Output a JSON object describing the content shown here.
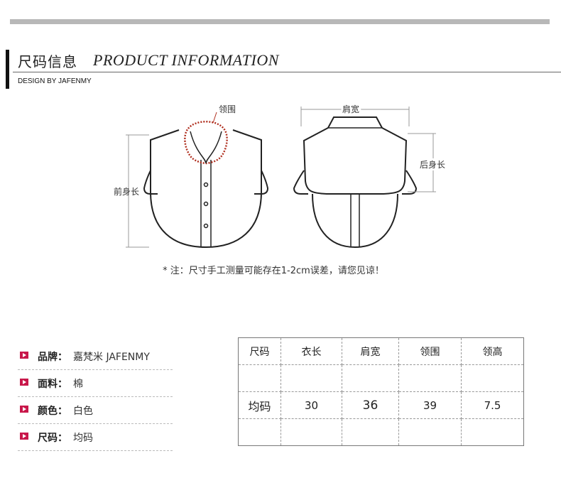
{
  "header": {
    "title_zh": "尺码信息",
    "title_en": "PRODUCT INFORMATION",
    "subtitle": "DESIGN BY JAFENMY"
  },
  "diagram": {
    "front_labels": {
      "collar": "领围",
      "front_length": "前身长"
    },
    "back_labels": {
      "shoulder_width": "肩宽",
      "back_length": "后身长"
    },
    "note": "* 注：尺寸手工测量可能存在1-2cm误差，请您见谅！",
    "colors": {
      "outline": "#222222",
      "measure_line": "#999999",
      "collar_highlight": "#b03020"
    }
  },
  "info": [
    {
      "key": "品牌：",
      "value": "嘉梵米 JAFENMY",
      "icon": "play-arrow-icon"
    },
    {
      "key": "面料：",
      "value": "棉",
      "icon": "play-arrow-icon"
    },
    {
      "key": "颜色：",
      "value": "白色",
      "icon": "play-arrow-icon"
    },
    {
      "key": "尺码：",
      "value": "均码",
      "icon": "play-arrow-icon"
    }
  ],
  "size_table": {
    "headers": [
      "尺码",
      "衣长",
      "肩宽",
      "领围",
      "领高"
    ],
    "rows": [
      [
        "",
        "",
        "",
        "",
        ""
      ],
      [
        "均码",
        "30",
        "36",
        "39",
        "7.5"
      ],
      [
        "",
        "",
        "",
        "",
        ""
      ]
    ]
  },
  "accent_color": "#c8174a"
}
